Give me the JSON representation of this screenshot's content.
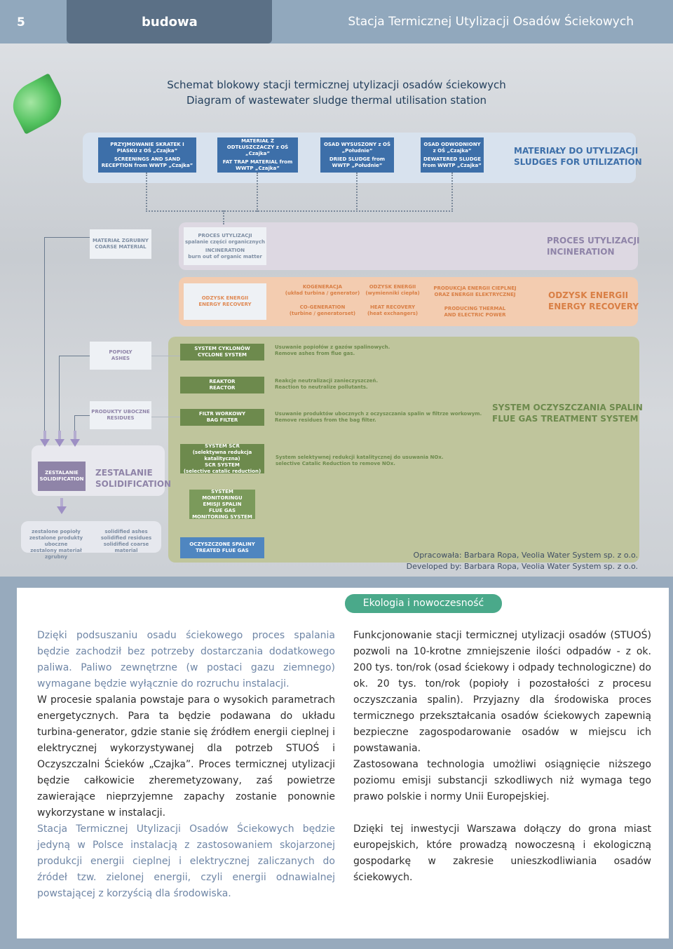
{
  "header": {
    "page_number": "5",
    "section": "budowa",
    "title": "Stacja Termicznej Utylizacji Osadów Ściekowych"
  },
  "diagram": {
    "title_pl": "Schemat blokowy stacji termicznej utylizacji osadów ściekowych",
    "title_en": "Diagram of  wastewater sludge thermal utilisation station",
    "inputs": [
      {
        "pl": "PRZYJMOWANIE SKRATEK I PIASKU z OŚ „Czajka”",
        "en": "SCREENINGS AND SAND RECEPTION from WWTP „Czajka”"
      },
      {
        "pl": "MATERIAŁ Z ODTŁUSZCZACZY z OŚ „Czajka”",
        "en": "FAT TRAP MATERIAL from WWTP „Czajka”"
      },
      {
        "pl": "OSAD WYSUSZONY z OŚ „Południe”",
        "en": "DRIED SLUDGE from WWTP „Południe”"
      },
      {
        "pl": "OSAD ODWODNIONY z OŚ „Czajka”",
        "en": "DEWATERED SLUDGE from WWTP „Czajka”"
      }
    ],
    "inputs_heading": {
      "pl": "MATERIAŁY DO UTYLIZACJI",
      "en": "SLUDGES FOR UTILIZATION"
    },
    "coarse": {
      "pl": "MATERIAŁ ZGRUBNY",
      "en": "COARSE MATERIAL"
    },
    "incineration_box": {
      "l1": "PROCES UTYLIZACJI",
      "l2": "spalanie części organicznych",
      "l3": "INCINERATION",
      "l4": "burn out of organic matter"
    },
    "incineration_heading": {
      "pl": "PROCES UTYLIZACJI",
      "en": "INCINERATION"
    },
    "energy_box": {
      "pl": "ODZYSK ENERGII",
      "en": "ENERGY RECOVERY"
    },
    "cogeneration": {
      "l1": "KOGENERACJA",
      "l2": "(układ turbina / generator)",
      "l3": "CO-GENERATION",
      "l4": "(turbine / generatorset)"
    },
    "heat": {
      "l1": "ODZYSK ENERGII",
      "l2": "(wymienniki ciepła)",
      "l3": "HEAT RECOVERY",
      "l4": "(heat exchangers)"
    },
    "production": {
      "l1": "PRODUKCJA ENERGII CIEPLNEJ",
      "l2": "ORAZ ENERGII ELEKTRYCZNEJ",
      "l3": "PRODUCING THERMAL",
      "l4": "AND ELECTRIC POWER"
    },
    "energy_heading": {
      "pl": "ODZYSK ENERGII",
      "en": "ENERGY RECOVERY"
    },
    "ashes": {
      "pl": "POPIOŁY",
      "en": "ASHES"
    },
    "residues": {
      "pl": "PRODUKTY UBOCZNE",
      "en": "RESIDUES"
    },
    "cyclone": {
      "pl": "SYSTEM CYKLONÓW",
      "en": "CYCLONE SYSTEM",
      "desc_pl": "Usuwanie popiołów z gazów spalinowych.",
      "desc_en": "Remove ashes from flue gas."
    },
    "reactor": {
      "pl": "REAKTOR",
      "en": "REACTOR",
      "desc_pl": "Reakcje neutralizacji zanieczyszczeń.",
      "desc_en": "Reaction to neutralize pollutants."
    },
    "bagfilter": {
      "pl": "FILTR WORKOWY",
      "en": "BAG FILTER",
      "desc_pl": "Usuwanie produktów ubocznych z oczyszczania spalin w  filtrze workowym.",
      "desc_en": "Remove residues from the bag filter."
    },
    "fgt_heading": {
      "pl": "SYSTEM OCZYSZCZANIA SPALIN",
      "en": "FLUE GAS TREATMENT SYSTEM"
    },
    "scr": {
      "l1": "SYSTEM SCR",
      "l2": "(selektywna redukcja katalityczna)",
      "l3": "SCR SYSTEM",
      "l4": "(selective catalic reduction)",
      "desc_pl": "System selektywnej redukcji katalitycznej do usuwania NOx.",
      "desc_en": "selective Catalic Reduction to remove NOx."
    },
    "solidification_box": {
      "pl": "ZESTALANIE",
      "en": "SOLIDIFICATION"
    },
    "solidification_heading": {
      "pl": "ZESTALANIE",
      "en": "SOLIDIFICATION"
    },
    "monitoring": {
      "l1": "SYSTEM MONITORINGU",
      "l2": "EMISJI SPALIN",
      "l3": "FLUE GAS",
      "l4": "MONITORING SYSTEM"
    },
    "solidified": {
      "pl1": "zestalone popioły",
      "pl2": "zestalone produkty uboczne",
      "pl3": "zestalony materiał zgrubny",
      "en1": "solidified ashes",
      "en2": "solidified residues",
      "en3": "solidified coarse material"
    },
    "treated": {
      "pl": "OCZYSZCZONE SPALINY",
      "en": "TREATED FLUE GAS"
    },
    "credit_pl": "Opracowała: Barbara Ropa, Veolia Water System sp. z o.o.",
    "credit_en": "Developed by: Barbara Ropa, Veolia Water System sp. z o.o."
  },
  "section_pill": "Ekologia i nowoczesność",
  "left_column": {
    "p1": "Dzięki podsuszaniu osadu ściekowego proces spalania będzie zachodził bez potrzeby dostarczania dodatkowego paliwa. Paliwo zewnętrzne (w postaci gazu ziemnego) wymagane będzie wyłącznie do rozruchu instalacji.",
    "p2": "W procesie spalania powstaje para o wysokich parametrach energetycznych. Para ta będzie podawana do układu turbina-generator, gdzie stanie się źródłem energii cieplnej i elektrycznej wykorzystywanej dla potrzeb STUOŚ i Oczyszczalni Ścieków „Czajka”. Proces termicznej utylizacji będzie całkowicie zheremetyzowany, zaś powietrze zawierające nieprzyjemne zapachy zostanie ponownie wykorzystane w instalacji.",
    "p3": "Stacja Termicznej Utylizacji Osadów Ściekowych będzie jedyną w Polsce instalacją z zastosowaniem skojarzonej produkcji energii cieplnej i elektrycznej zaliczanych do źródeł tzw. zielonej energii, czyli energii odnawialnej powstającej z korzyścią dla środowiska."
  },
  "right_column": {
    "p1": "Funkcjonowanie stacji termicznej utylizacji osadów (STUOŚ) pozwoli na 10-krotne zmniejszenie ilości odpadów - z ok. 200 tys. ton/rok (osad ściekowy i odpady technologiczne) do ok. 20 tys. ton/rok (popioły i pozostałości z procesu oczyszczania spalin). Przyjazny dla środowiska proces termicznego przekształcania osadów ściekowych zapewnią bezpieczne zagospodarowanie osadów w miejscu ich powstawania.",
    "p2": "Zastosowana technologia umożliwi osiągnięcie niższego poziomu emisji substancji szkodliwych niż wymaga tego prawo polskie i normy Unii Europejskiej.",
    "p3": "Dzięki tej inwestycji Warszawa dołączy do grona miast europejskich, które prowadzą nowoczesną i ekologiczną gospodarkę w zakresie unieszkodliwiania osadów ściekowych."
  }
}
